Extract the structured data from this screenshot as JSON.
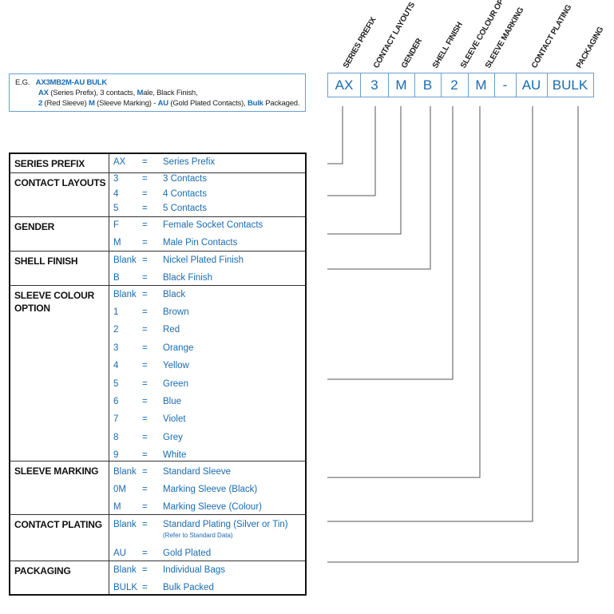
{
  "example": {
    "label": "E.G.",
    "code": "AX3MB2M-AU BULK",
    "line2": [
      {
        "t": "AX",
        "b": true
      },
      {
        "t": " (Series Prefix), 3 contacts, ",
        "b": false
      },
      {
        "t": "M",
        "b": true
      },
      {
        "t": "ale, Black Finish,",
        "b": false
      }
    ],
    "line3": [
      {
        "t": "2",
        "b": true
      },
      {
        "t": " (Red Sleeve) ",
        "b": false
      },
      {
        "t": "M",
        "b": true
      },
      {
        "t": " (Sleeve Marking) - ",
        "b": false
      },
      {
        "t": "AU",
        "b": true
      },
      {
        "t": " (Gold Plated Contacts), ",
        "b": false
      },
      {
        "t": "Bulk",
        "b": true
      },
      {
        "t": " Packaged.",
        "b": false
      }
    ]
  },
  "code_boxes": [
    "AX",
    "3",
    "M",
    "B",
    "2",
    "M",
    "-",
    "AU",
    "BULK"
  ],
  "headers": [
    "SERIES PREFIX",
    "CONTACT LAYOUTS",
    "GENDER",
    "SHELL FINISH",
    "SLEEVE COLOUR OPTION",
    "SLEEVE MARKING",
    "CONTACT PLATING",
    "PACKAGING"
  ],
  "sections": [
    {
      "title": "SERIES PREFIX",
      "rows": [
        {
          "code": "AX",
          "desc": "Series Prefix"
        }
      ]
    },
    {
      "title": "CONTACT LAYOUTS",
      "rows": [
        {
          "code": "3",
          "desc": "3 Contacts"
        },
        {
          "code": "4",
          "desc": "4 Contacts"
        },
        {
          "code": "5",
          "desc": "5 Contacts"
        }
      ]
    },
    {
      "title": "GENDER",
      "rows": [
        {
          "code": "F",
          "desc": "Female Socket Contacts"
        },
        {
          "code": "M",
          "desc": "Male Pin Contacts"
        }
      ]
    },
    {
      "title": "SHELL FINISH",
      "rows": [
        {
          "code": "Blank",
          "desc": "Nickel Plated Finish"
        },
        {
          "code": "B",
          "desc": "Black Finish"
        }
      ]
    },
    {
      "title": "SLEEVE COLOUR OPTION",
      "rows": [
        {
          "code": "Blank",
          "desc": "Black"
        },
        {
          "code": "1",
          "desc": "Brown"
        },
        {
          "code": "2",
          "desc": "Red"
        },
        {
          "code": "3",
          "desc": "Orange"
        },
        {
          "code": "4",
          "desc": "Yellow"
        },
        {
          "code": "5",
          "desc": "Green"
        },
        {
          "code": "6",
          "desc": "Blue"
        },
        {
          "code": "7",
          "desc": "Violet"
        },
        {
          "code": "8",
          "desc": "Grey"
        },
        {
          "code": "9",
          "desc": "White"
        }
      ]
    },
    {
      "title": "SLEEVE MARKING",
      "rows": [
        {
          "code": "Blank",
          "desc": "Standard Sleeve"
        },
        {
          "code": "0M",
          "desc": "Marking Sleeve (Black)"
        },
        {
          "code": "M",
          "desc": "Marking Sleeve (Colour)"
        }
      ]
    },
    {
      "title": "CONTACT PLATING",
      "rows": [
        {
          "code": "Blank",
          "desc": "Standard Plating (Silver or Tin)",
          "note": "(Refer to Standard Data)"
        },
        {
          "code": "AU",
          "desc": "Gold Plated"
        }
      ]
    },
    {
      "title": "PACKAGING",
      "rows": [
        {
          "code": "Blank",
          "desc": "Individual Bags"
        },
        {
          "code": "BULK",
          "desc": "Bulk Packed"
        }
      ]
    }
  ],
  "equals": "=",
  "colors": {
    "accent": "#1a6bb0",
    "box_border": "#6a9fd0",
    "line": "#555555"
  }
}
